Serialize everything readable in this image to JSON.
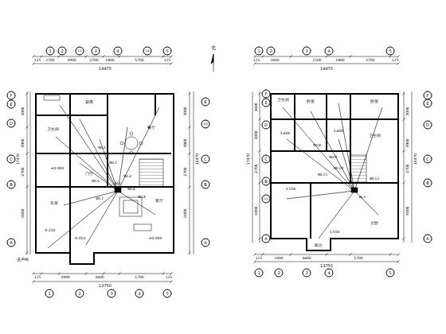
{
  "diagram": {
    "labels": [
      "1",
      "2",
      "1/2",
      "3",
      "4",
      "1/4",
      "5",
      "125",
      "2700",
      "3900",
      "3700",
      "1800",
      "5700",
      "125",
      "14470",
      "1",
      "2",
      "3",
      "4",
      "5",
      "125",
      "2600",
      "2100",
      "1800",
      "5700",
      "125",
      "14470",
      "北",
      "F",
      "E",
      "D",
      "C",
      "B",
      "A",
      "E",
      "1/D",
      "C",
      "B",
      "A",
      "3000",
      "3900",
      "2700",
      "6000",
      "17470",
      "3000",
      "3900",
      "2700",
      "6000",
      "16470",
      "F",
      "E",
      "D",
      "C",
      "B",
      "1/A",
      "A",
      "3600",
      "3000",
      "2700",
      "6000",
      "17470",
      "F",
      "E",
      "D",
      "C",
      "B",
      "A",
      "3000",
      "3900",
      "2700",
      "6000",
      "16470",
      "125",
      "3900",
      "3600",
      "5700",
      "125",
      "13750",
      "1",
      "2",
      "3",
      "4",
      "5",
      "125",
      "2600",
      "3600",
      "5700",
      "13750",
      "1",
      "2",
      "3",
      "4",
      "5",
      "厨房",
      "卫生间",
      "餐厅",
      "客厅",
      "车库",
      "门厅",
      "±0.000",
      "-0.150",
      "-0.050",
      "±0.000",
      "WL1",
      "WL2",
      "WL3",
      "WL4",
      "WL5",
      "WL6",
      "WL7",
      "AL1",
      "进户线",
      "卫生间",
      "卧室",
      "卧室",
      "卫生间",
      "主卧",
      "阳台",
      "3.600",
      "3.600",
      "3.550",
      "3.550",
      "WL8",
      "WL9",
      "WL10",
      "WL11",
      "WL12",
      "AL2"
    ]
  }
}
